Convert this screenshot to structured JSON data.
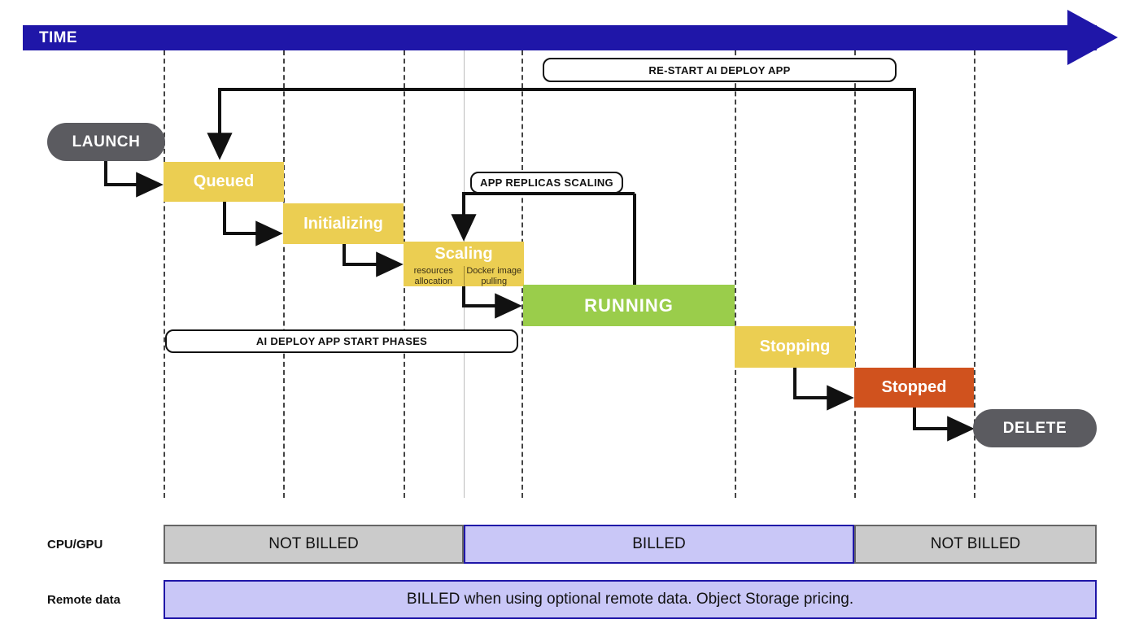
{
  "timeline": {
    "axis_label": "TIME",
    "axis_color": "#1F16A8"
  },
  "colors": {
    "yellow": "#EBCE52",
    "green": "#9ACD4B",
    "orange": "#D0521E",
    "grey_pill": "#5B5B60",
    "billed_blue": "#C9C7F7",
    "not_billed_grey": "#CBCBCB",
    "accent_blue": "#1F16A8"
  },
  "endpoints": {
    "launch": "LAUNCH",
    "delete": "DELETE"
  },
  "states": [
    {
      "id": "queued",
      "label": "Queued"
    },
    {
      "id": "initializing",
      "label": "Initializing"
    },
    {
      "id": "scaling",
      "label": "Scaling"
    },
    {
      "id": "running",
      "label": "RUNNING"
    },
    {
      "id": "stopping",
      "label": "Stopping"
    },
    {
      "id": "stopped",
      "label": "Stopped"
    }
  ],
  "scaling_substeps": [
    {
      "line1": "resources",
      "line2": "allocation"
    },
    {
      "line1": "Docker image",
      "line2": "pulling"
    }
  ],
  "callouts": [
    {
      "id": "restart",
      "label": "RE-START AI DEPLOY APP"
    },
    {
      "id": "replicas",
      "label": "APP REPLICAS SCALING"
    },
    {
      "id": "start-phases",
      "label": "AI DEPLOY APP START PHASES"
    }
  ],
  "billing": {
    "rows": [
      {
        "label": "CPU/GPU",
        "segments": [
          {
            "text": "NOT BILLED",
            "style": "grey"
          },
          {
            "text": "BILLED",
            "style": "blue"
          },
          {
            "text": "NOT BILLED",
            "style": "grey"
          }
        ]
      },
      {
        "label": "Remote data",
        "segments": [
          {
            "text": "BILLED when using optional remote data. Object Storage pricing.",
            "style": "blue"
          }
        ]
      }
    ]
  }
}
